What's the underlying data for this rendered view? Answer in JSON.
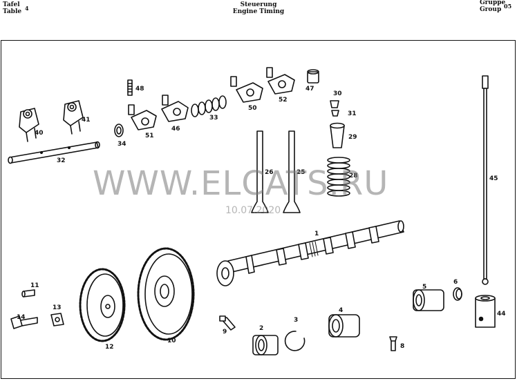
{
  "header": {
    "tafel_de": "Tafel",
    "tafel_en": "Table",
    "table_number": "4",
    "title_de": "Steuerung",
    "title_en": "Engine Timing",
    "gruppe_de": "Gruppe",
    "gruppe_en": "Group",
    "group_number": "05"
  },
  "watermark": {
    "text": "WWW.ELCATS.RU",
    "date": "10.07.2020"
  },
  "callouts": [
    {
      "id": "c1",
      "label": "1"
    },
    {
      "id": "c2",
      "label": "2"
    },
    {
      "id": "c3",
      "label": "3"
    },
    {
      "id": "c4",
      "label": "4"
    },
    {
      "id": "c5",
      "label": "5"
    },
    {
      "id": "c6",
      "label": "6"
    },
    {
      "id": "c8",
      "label": "8"
    },
    {
      "id": "c9",
      "label": "9"
    },
    {
      "id": "c10",
      "label": "10"
    },
    {
      "id": "c11",
      "label": "11"
    },
    {
      "id": "c12",
      "label": "12"
    },
    {
      "id": "c13",
      "label": "13"
    },
    {
      "id": "c14",
      "label": "14"
    },
    {
      "id": "c25",
      "label": "25"
    },
    {
      "id": "c26",
      "label": "26"
    },
    {
      "id": "c28",
      "label": "28"
    },
    {
      "id": "c29",
      "label": "29"
    },
    {
      "id": "c30",
      "label": "30"
    },
    {
      "id": "c31",
      "label": "31"
    },
    {
      "id": "c32",
      "label": "32"
    },
    {
      "id": "c33",
      "label": "33"
    },
    {
      "id": "c34",
      "label": "34"
    },
    {
      "id": "c40",
      "label": "40"
    },
    {
      "id": "c41",
      "label": "41"
    },
    {
      "id": "c44",
      "label": "44"
    },
    {
      "id": "c45",
      "label": "45"
    },
    {
      "id": "c46",
      "label": "46"
    },
    {
      "id": "c47",
      "label": "47"
    },
    {
      "id": "c48",
      "label": "48"
    },
    {
      "id": "c50",
      "label": "50"
    },
    {
      "id": "c51",
      "label": "51"
    },
    {
      "id": "c52",
      "label": "52"
    }
  ]
}
